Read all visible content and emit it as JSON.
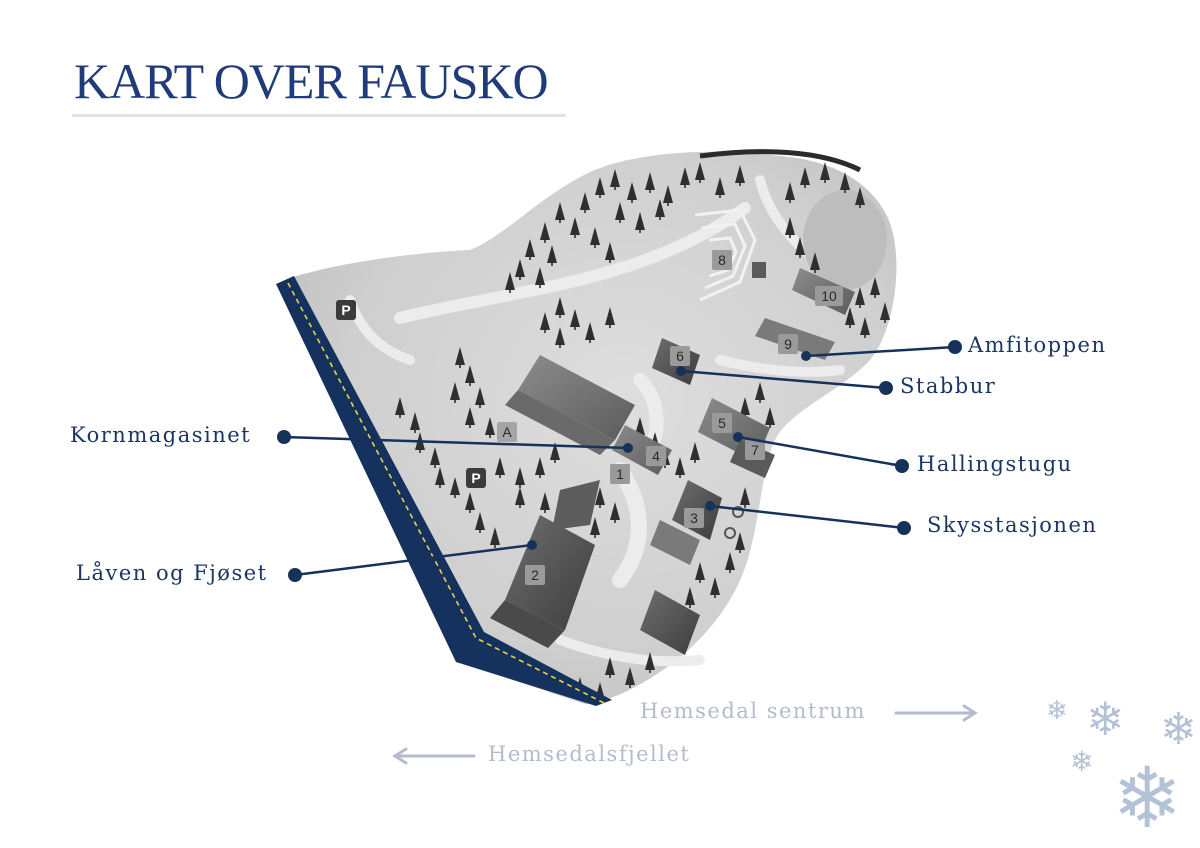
{
  "title": "KART OVER FAUSKO",
  "locations": [
    {
      "number": "1",
      "name": ""
    },
    {
      "number": "2",
      "name": "Låven og Fjøset"
    },
    {
      "number": "3",
      "name": "Skysstasjonen"
    },
    {
      "number": "4",
      "name": "Kornmagasinet"
    },
    {
      "number": "5",
      "name": "Hallingstugu"
    },
    {
      "number": "6",
      "name": "Stabbur"
    },
    {
      "number": "7",
      "name": ""
    },
    {
      "number": "8",
      "name": ""
    },
    {
      "number": "9",
      "name": "Amfitoppen"
    },
    {
      "number": "10",
      "name": ""
    }
  ],
  "map_markers": {
    "area_a": "A",
    "parking": "P"
  },
  "directions": {
    "east": "Hemsedal sentrum",
    "west": "Hemsedalsfjellet"
  },
  "colors": {
    "title": "#1f3b7a",
    "label": "#1c3663",
    "leader_line": "#16315a",
    "road": "#15325e",
    "road_center": "#e8d44a",
    "direction_text": "#b3bccc",
    "snowflake": "#b4c2d6"
  }
}
